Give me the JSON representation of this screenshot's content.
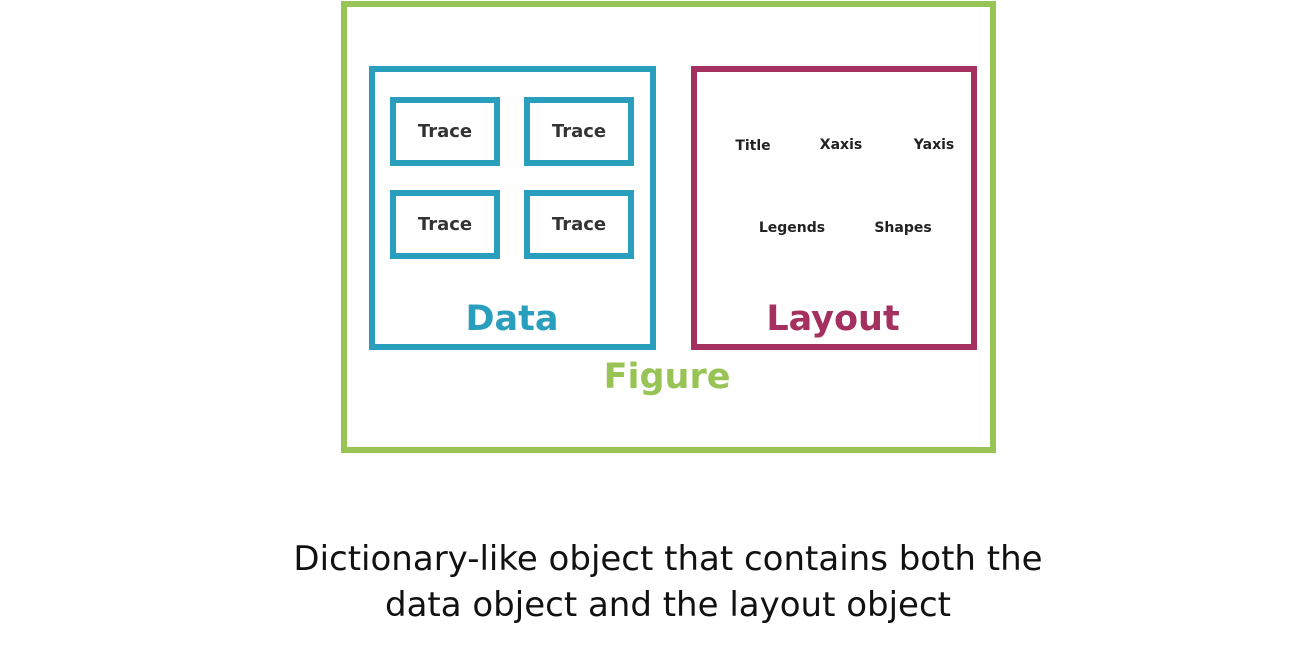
{
  "colors": {
    "figure": "#98c455",
    "data": "#2a9fbd",
    "layout": "#a3305f",
    "text": "#333333"
  },
  "figure": {
    "label": "Figure"
  },
  "data_group": {
    "label": "Data",
    "traces": [
      "Trace",
      "Trace",
      "Trace",
      "Trace"
    ]
  },
  "layout_group": {
    "label": "Layout",
    "items": [
      "Title",
      "Xaxis",
      "Yaxis",
      "Legends",
      "Shapes"
    ]
  },
  "caption": {
    "line1": "Dictionary-like object that contains both the",
    "line2": "data object and the layout object"
  }
}
